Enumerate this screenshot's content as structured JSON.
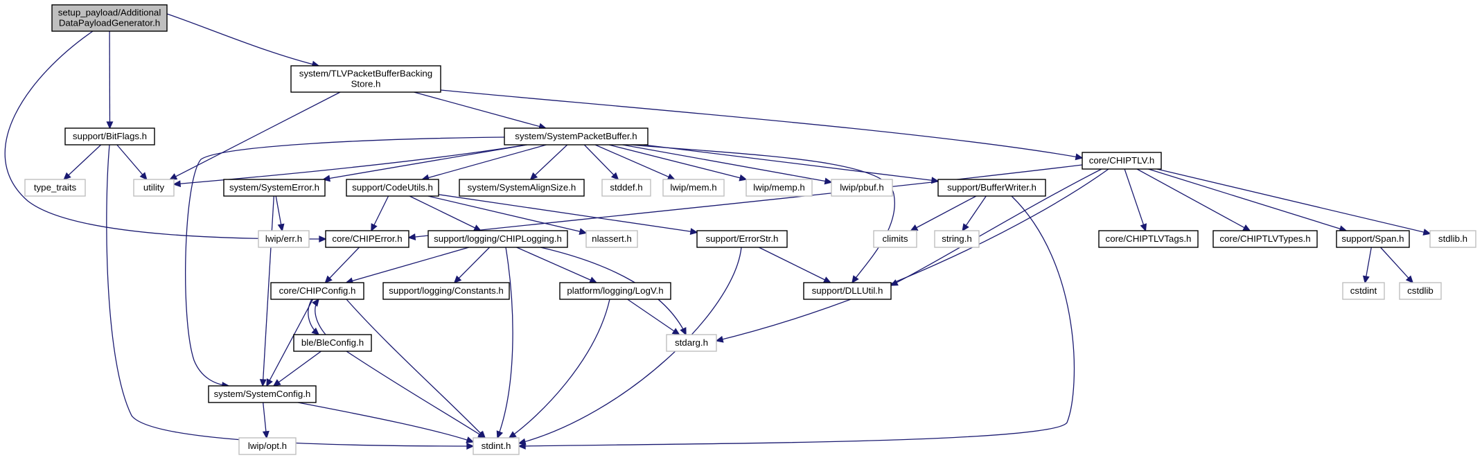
{
  "colors": {
    "edge": "#191970",
    "root_fill": "#bfbfbf",
    "node_fill": "#ffffff",
    "documented_border": "#000000",
    "external_border": "#bfbfbf",
    "text": "#000000"
  },
  "nodes": [
    {
      "id": "root",
      "lines": [
        "setup_payload/Additional",
        "DataPayloadGenerator.h"
      ],
      "kind": "root"
    },
    {
      "id": "tlvbacking",
      "lines": [
        "system/TLVPacketBufferBacking",
        "Store.h"
      ],
      "kind": "documented"
    },
    {
      "id": "bitflags",
      "lines": [
        "support/BitFlags.h"
      ],
      "kind": "documented"
    },
    {
      "id": "syspbuf",
      "lines": [
        "system/SystemPacketBuffer.h"
      ],
      "kind": "documented"
    },
    {
      "id": "type_traits",
      "lines": [
        "type_traits"
      ],
      "kind": "external"
    },
    {
      "id": "utility",
      "lines": [
        "utility"
      ],
      "kind": "external"
    },
    {
      "id": "syserror",
      "lines": [
        "system/SystemError.h"
      ],
      "kind": "documented"
    },
    {
      "id": "codeutils",
      "lines": [
        "support/CodeUtils.h"
      ],
      "kind": "documented"
    },
    {
      "id": "alignsize",
      "lines": [
        "system/SystemAlignSize.h"
      ],
      "kind": "documented"
    },
    {
      "id": "stddef",
      "lines": [
        "stddef.h"
      ],
      "kind": "external"
    },
    {
      "id": "lwipmem",
      "lines": [
        "lwip/mem.h"
      ],
      "kind": "external"
    },
    {
      "id": "lwipmemp",
      "lines": [
        "lwip/memp.h"
      ],
      "kind": "external"
    },
    {
      "id": "lwippbuf",
      "lines": [
        "lwip/pbuf.h"
      ],
      "kind": "external"
    },
    {
      "id": "bufwriter",
      "lines": [
        "support/BufferWriter.h"
      ],
      "kind": "documented"
    },
    {
      "id": "chiptlv",
      "lines": [
        "core/CHIPTLV.h"
      ],
      "kind": "documented"
    },
    {
      "id": "lwiperr",
      "lines": [
        "lwip/err.h"
      ],
      "kind": "external"
    },
    {
      "id": "chiperror",
      "lines": [
        "core/CHIPError.h"
      ],
      "kind": "documented"
    },
    {
      "id": "chiplogging",
      "lines": [
        "support/logging/CHIPLogging.h"
      ],
      "kind": "documented"
    },
    {
      "id": "nlassert",
      "lines": [
        "nlassert.h"
      ],
      "kind": "external"
    },
    {
      "id": "errorstr",
      "lines": [
        "support/ErrorStr.h"
      ],
      "kind": "documented"
    },
    {
      "id": "climits",
      "lines": [
        "climits"
      ],
      "kind": "external"
    },
    {
      "id": "stringh",
      "lines": [
        "string.h"
      ],
      "kind": "external"
    },
    {
      "id": "tlvtags",
      "lines": [
        "core/CHIPTLVTags.h"
      ],
      "kind": "documented"
    },
    {
      "id": "tlvtypes",
      "lines": [
        "core/CHIPTLVTypes.h"
      ],
      "kind": "documented"
    },
    {
      "id": "span",
      "lines": [
        "support/Span.h"
      ],
      "kind": "documented"
    },
    {
      "id": "stdlib",
      "lines": [
        "stdlib.h"
      ],
      "kind": "external"
    },
    {
      "id": "chipconfig",
      "lines": [
        "core/CHIPConfig.h"
      ],
      "kind": "documented"
    },
    {
      "id": "logconstants",
      "lines": [
        "support/logging/Constants.h"
      ],
      "kind": "documented"
    },
    {
      "id": "logv",
      "lines": [
        "platform/logging/LogV.h"
      ],
      "kind": "documented"
    },
    {
      "id": "dllutil",
      "lines": [
        "support/DLLUtil.h"
      ],
      "kind": "documented"
    },
    {
      "id": "cstdint",
      "lines": [
        "cstdint"
      ],
      "kind": "external"
    },
    {
      "id": "cstdlib",
      "lines": [
        "cstdlib"
      ],
      "kind": "external"
    },
    {
      "id": "bleconfig",
      "lines": [
        "ble/BleConfig.h"
      ],
      "kind": "documented"
    },
    {
      "id": "stdarg",
      "lines": [
        "stdarg.h"
      ],
      "kind": "external"
    },
    {
      "id": "sysconfig",
      "lines": [
        "system/SystemConfig.h"
      ],
      "kind": "documented"
    },
    {
      "id": "lwipopt",
      "lines": [
        "lwip/opt.h"
      ],
      "kind": "external"
    },
    {
      "id": "stdint",
      "lines": [
        "stdint.h"
      ],
      "kind": "external"
    }
  ],
  "edges": [
    {
      "from": "root",
      "to": "tlvbacking"
    },
    {
      "from": "root",
      "to": "bitflags"
    },
    {
      "from": "root",
      "to": "chiperror"
    },
    {
      "from": "tlvbacking",
      "to": "utility"
    },
    {
      "from": "tlvbacking",
      "to": "syspbuf"
    },
    {
      "from": "tlvbacking",
      "to": "chiptlv"
    },
    {
      "from": "bitflags",
      "to": "type_traits"
    },
    {
      "from": "bitflags",
      "to": "utility"
    },
    {
      "from": "bitflags",
      "to": "stdint"
    },
    {
      "from": "syspbuf",
      "to": "utility"
    },
    {
      "from": "syspbuf",
      "to": "sysconfig"
    },
    {
      "from": "syspbuf",
      "to": "syserror"
    },
    {
      "from": "syspbuf",
      "to": "codeutils"
    },
    {
      "from": "syspbuf",
      "to": "alignsize"
    },
    {
      "from": "syspbuf",
      "to": "stddef"
    },
    {
      "from": "syspbuf",
      "to": "lwipmem"
    },
    {
      "from": "syspbuf",
      "to": "lwipmemp"
    },
    {
      "from": "syspbuf",
      "to": "lwippbuf"
    },
    {
      "from": "syspbuf",
      "to": "bufwriter"
    },
    {
      "from": "syspbuf",
      "to": "dllutil"
    },
    {
      "from": "syserror",
      "to": "lwiperr"
    },
    {
      "from": "syserror",
      "to": "sysconfig"
    },
    {
      "from": "codeutils",
      "to": "chiperror"
    },
    {
      "from": "codeutils",
      "to": "chiplogging"
    },
    {
      "from": "codeutils",
      "to": "nlassert"
    },
    {
      "from": "codeutils",
      "to": "errorstr"
    },
    {
      "from": "chiptlv",
      "to": "chiperror"
    },
    {
      "from": "chiptlv",
      "to": "dllutil"
    },
    {
      "from": "chiptlv",
      "to": "stdarg"
    },
    {
      "from": "chiptlv",
      "to": "tlvtags"
    },
    {
      "from": "chiptlv",
      "to": "tlvtypes"
    },
    {
      "from": "chiptlv",
      "to": "span"
    },
    {
      "from": "chiptlv",
      "to": "stdlib"
    },
    {
      "from": "bufwriter",
      "to": "climits"
    },
    {
      "from": "bufwriter",
      "to": "stringh"
    },
    {
      "from": "bufwriter",
      "to": "stdint"
    },
    {
      "from": "chiperror",
      "to": "chipconfig"
    },
    {
      "from": "chiplogging",
      "to": "chipconfig"
    },
    {
      "from": "chiplogging",
      "to": "logconstants"
    },
    {
      "from": "chiplogging",
      "to": "logv"
    },
    {
      "from": "chiplogging",
      "to": "stdarg"
    },
    {
      "from": "chiplogging",
      "to": "stdint"
    },
    {
      "from": "errorstr",
      "to": "dllutil"
    },
    {
      "from": "errorstr",
      "to": "stdint"
    },
    {
      "from": "span",
      "to": "cstdint"
    },
    {
      "from": "span",
      "to": "cstdlib"
    },
    {
      "from": "chipconfig",
      "to": "bleconfig"
    },
    {
      "from": "chipconfig",
      "to": "sysconfig"
    },
    {
      "from": "chipconfig",
      "to": "stdint"
    },
    {
      "from": "bleconfig",
      "to": "chipconfig"
    },
    {
      "from": "bleconfig",
      "to": "sysconfig"
    },
    {
      "from": "bleconfig",
      "to": "stdint"
    },
    {
      "from": "logv",
      "to": "stdarg"
    },
    {
      "from": "logv",
      "to": "stdint"
    },
    {
      "from": "sysconfig",
      "to": "lwipopt"
    },
    {
      "from": "sysconfig",
      "to": "stdint"
    }
  ]
}
